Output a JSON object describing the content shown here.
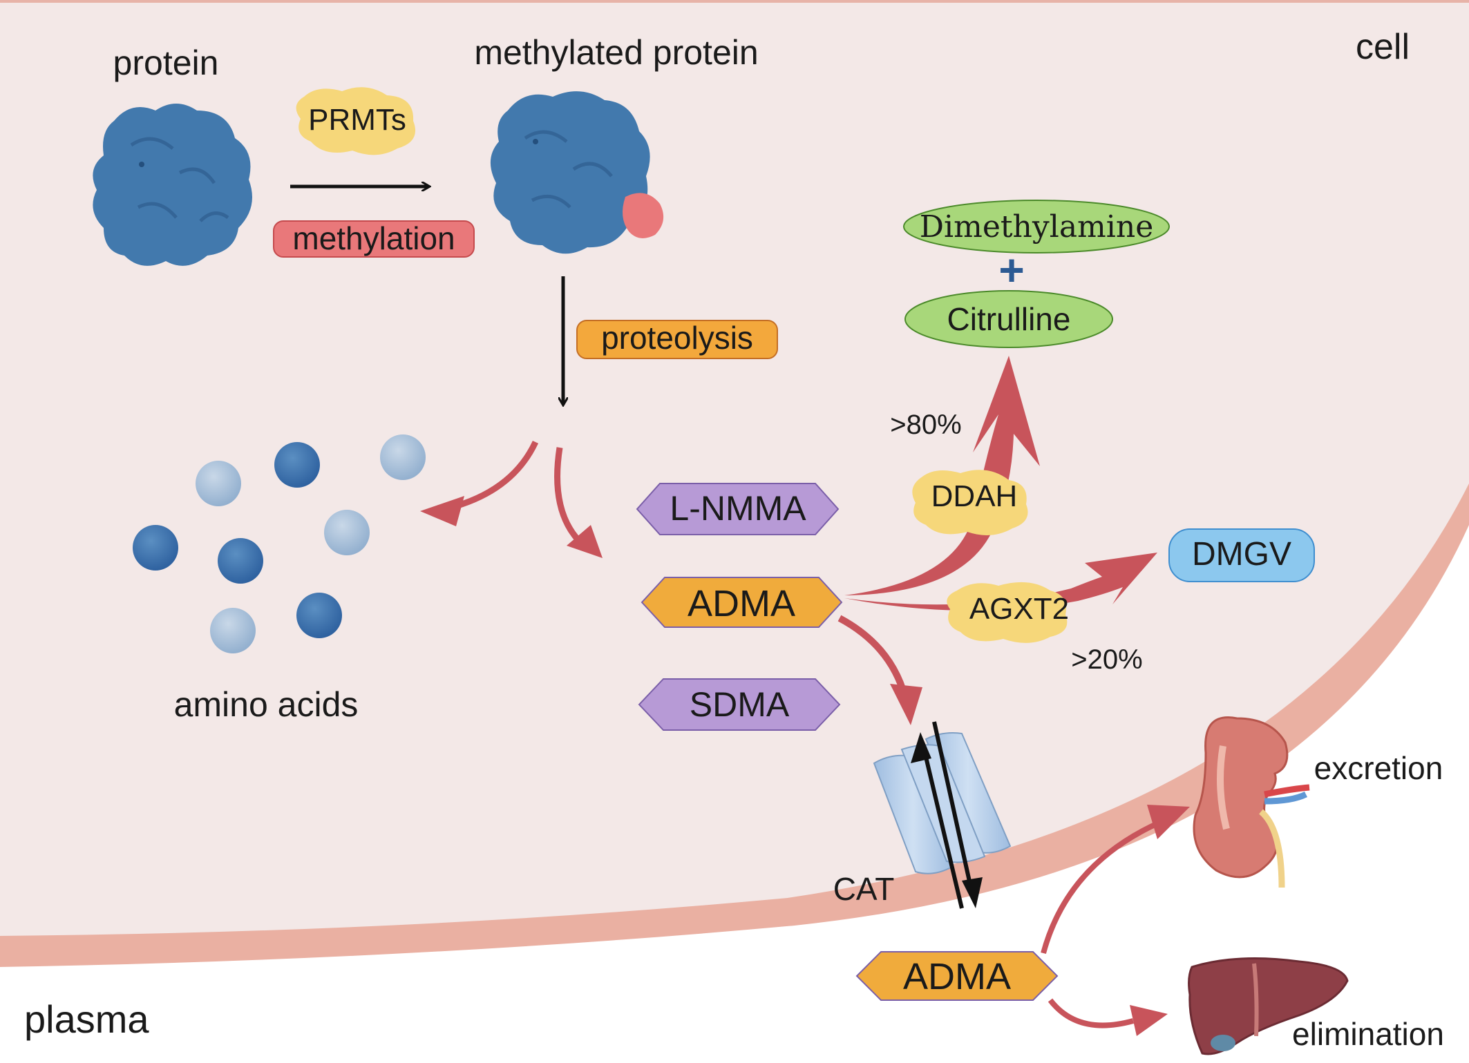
{
  "regions": {
    "cell": "cell",
    "plasma": "plasma"
  },
  "labels": {
    "protein": "protein",
    "methylated_protein": "methylated protein",
    "prmts": "PRMTs",
    "methylation": "methylation",
    "proteolysis": "proteolysis",
    "amino_acids": "amino acids",
    "l_nmma": "L-NMMA",
    "adma": "ADMA",
    "sdma": "SDMA",
    "dimethylamine": "Dimethylamine",
    "plus": "+",
    "citrulline": "Citrulline",
    "pct80": ">80%",
    "ddah": "DDAH",
    "dmgv": "DMGV",
    "agxt2": "AGXT2",
    "pct20": ">20%",
    "cat": "CAT",
    "adma_plasma": "ADMA",
    "excretion": "excretion",
    "elimination": "elimination"
  },
  "colors": {
    "cell_fill": "#f3e8e7",
    "membrane": "#eab0a2",
    "protein_blue": "#3f78aa",
    "enzyme_yellow": "#f6d77a",
    "methyl_red": "#e9787a",
    "proteolysis_orange": "#f3a83c",
    "purple_box": "#b79ad6",
    "adma_orange": "#f0ab3c",
    "green_box": "#a8d77a",
    "dmgv_blue": "#8cc8ee",
    "arrow_red": "#c8545b",
    "transporter_blue": "#b3cdea"
  },
  "icons": [
    "protein-blob-icon",
    "methylated-protein-icon",
    "enzyme-icon",
    "amino-acid-sphere-icon",
    "transporter-channel-icon",
    "kidney-icon",
    "liver-icon"
  ]
}
